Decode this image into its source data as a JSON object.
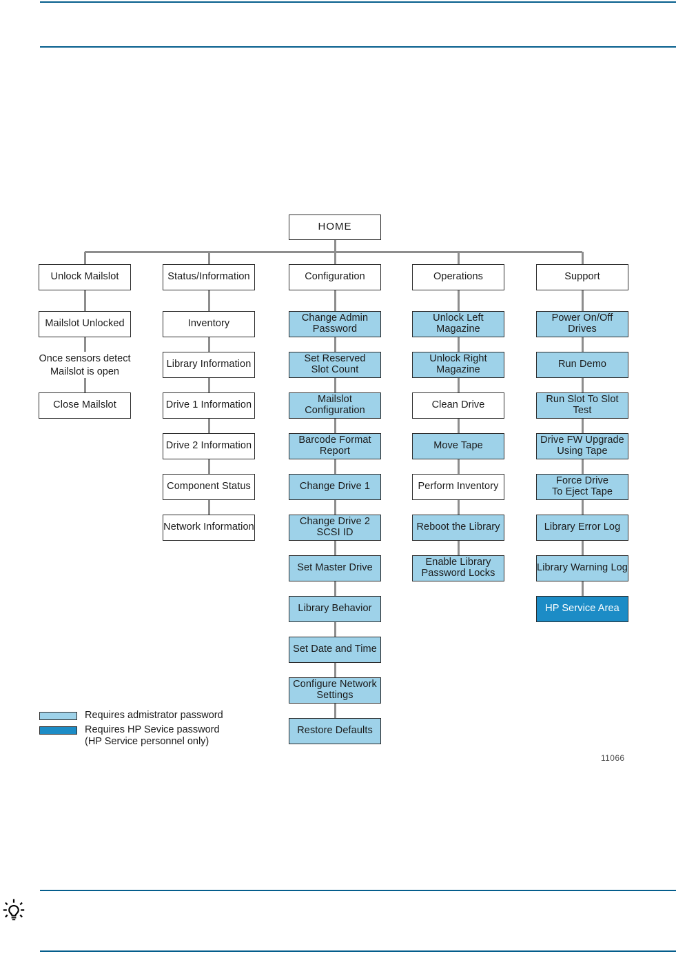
{
  "figure": {
    "id_label": "11066",
    "root": {
      "label": "HOME"
    },
    "columns": [
      {
        "name": "unlock-mailslot",
        "header": "Unlock Mailslot",
        "items": [
          {
            "label": "Mailslot Unlocked",
            "level": "none",
            "type": "box"
          },
          {
            "label": "Once sensors detect\nMailslot is open",
            "level": "none",
            "type": "note"
          },
          {
            "label": "Close Mailslot",
            "level": "none",
            "type": "box"
          }
        ]
      },
      {
        "name": "status-information",
        "header": "Status/Information",
        "items": [
          {
            "label": "Inventory",
            "level": "none",
            "type": "box"
          },
          {
            "label": "Library Information",
            "level": "none",
            "type": "box"
          },
          {
            "label": "Drive 1 Information",
            "level": "none",
            "type": "box"
          },
          {
            "label": "Drive 2 Information",
            "level": "none",
            "type": "box"
          },
          {
            "label": "Component Status",
            "level": "none",
            "type": "box"
          },
          {
            "label": "Network Information",
            "level": "none",
            "type": "box"
          }
        ]
      },
      {
        "name": "configuration",
        "header": "Configuration",
        "items": [
          {
            "label": "Change Admin\nPassword",
            "level": "admin",
            "type": "box"
          },
          {
            "label": "Set Reserved\nSlot Count",
            "level": "admin",
            "type": "box"
          },
          {
            "label": "Mailslot\nConfiguration",
            "level": "admin",
            "type": "box"
          },
          {
            "label": "Barcode Format\nReport",
            "level": "admin",
            "type": "box"
          },
          {
            "label": "Change Drive 1",
            "level": "admin",
            "type": "box"
          },
          {
            "label": "Change Drive 2\nSCSI ID",
            "level": "admin",
            "type": "box"
          },
          {
            "label": "Set Master Drive",
            "level": "admin",
            "type": "box"
          },
          {
            "label": "Library Behavior",
            "level": "admin",
            "type": "box"
          },
          {
            "label": "Set  Date and Time",
            "level": "admin",
            "type": "box"
          },
          {
            "label": "Configure Network\nSettings",
            "level": "admin",
            "type": "box"
          },
          {
            "label": "Restore Defaults",
            "level": "admin",
            "type": "box"
          }
        ]
      },
      {
        "name": "operations",
        "header": "Operations",
        "items": [
          {
            "label": "Unlock Left Magazine",
            "level": "admin",
            "type": "box"
          },
          {
            "label": "Unlock Right Magazine",
            "level": "admin",
            "type": "box"
          },
          {
            "label": "Clean Drive",
            "level": "none",
            "type": "box"
          },
          {
            "label": "Move Tape",
            "level": "admin",
            "type": "box"
          },
          {
            "label": "Perform Inventory",
            "level": "none",
            "type": "box"
          },
          {
            "label": "Reboot the Library",
            "level": "admin",
            "type": "box"
          },
          {
            "label": "Enable Library\nPassword Locks",
            "level": "admin",
            "type": "box"
          }
        ]
      },
      {
        "name": "support",
        "header": "Support",
        "items": [
          {
            "label": "Power On/Off Drives",
            "level": "admin",
            "type": "box"
          },
          {
            "label": "Run Demo",
            "level": "admin",
            "type": "box"
          },
          {
            "label": "Run Slot To Slot Test",
            "level": "admin",
            "type": "box"
          },
          {
            "label": "Drive FW Upgrade\nUsing Tape",
            "level": "admin",
            "type": "box"
          },
          {
            "label": "Force Drive\nTo Eject Tape",
            "level": "admin",
            "type": "box"
          },
          {
            "label": "Library Error Log",
            "level": "admin",
            "type": "box"
          },
          {
            "label": "Library Warning Log",
            "level": "admin",
            "type": "box"
          },
          {
            "label": "HP Service Area",
            "level": "service",
            "type": "box"
          }
        ]
      }
    ],
    "legend": [
      {
        "level": "admin",
        "text": "Requires admistrator password"
      },
      {
        "level": "service",
        "text": "Requires HP Sevice password\n(HP Service personnel only)"
      }
    ],
    "colors": {
      "admin_fill": "#9ED2E9",
      "service_fill": "#1C8CC6",
      "box_border": "#2B2B2B",
      "connector": "#8D8D8D",
      "page_rule": "#045D8C"
    }
  }
}
